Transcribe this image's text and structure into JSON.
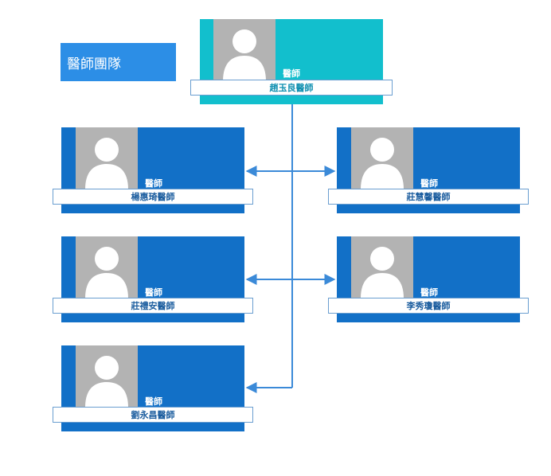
{
  "page_title": "醫師團隊",
  "colors": {
    "head_panel": "#12bfcd",
    "member_panel": "#1270c7",
    "title_box": "#2c8ee6",
    "photo_bg": "#b3b3b3",
    "connector": "#3b8ad8"
  },
  "head": {
    "role": "醫師",
    "name": "趙玉良醫師"
  },
  "members": [
    {
      "role": "醫師",
      "name": "楊惠琦醫師"
    },
    {
      "role": "醫師",
      "name": "莊慧馨醫師"
    },
    {
      "role": "醫師",
      "name": "莊禮安醫師"
    },
    {
      "role": "醫師",
      "name": "李秀瓊醫師"
    },
    {
      "role": "醫師",
      "name": "劉永昌醫師"
    }
  ]
}
